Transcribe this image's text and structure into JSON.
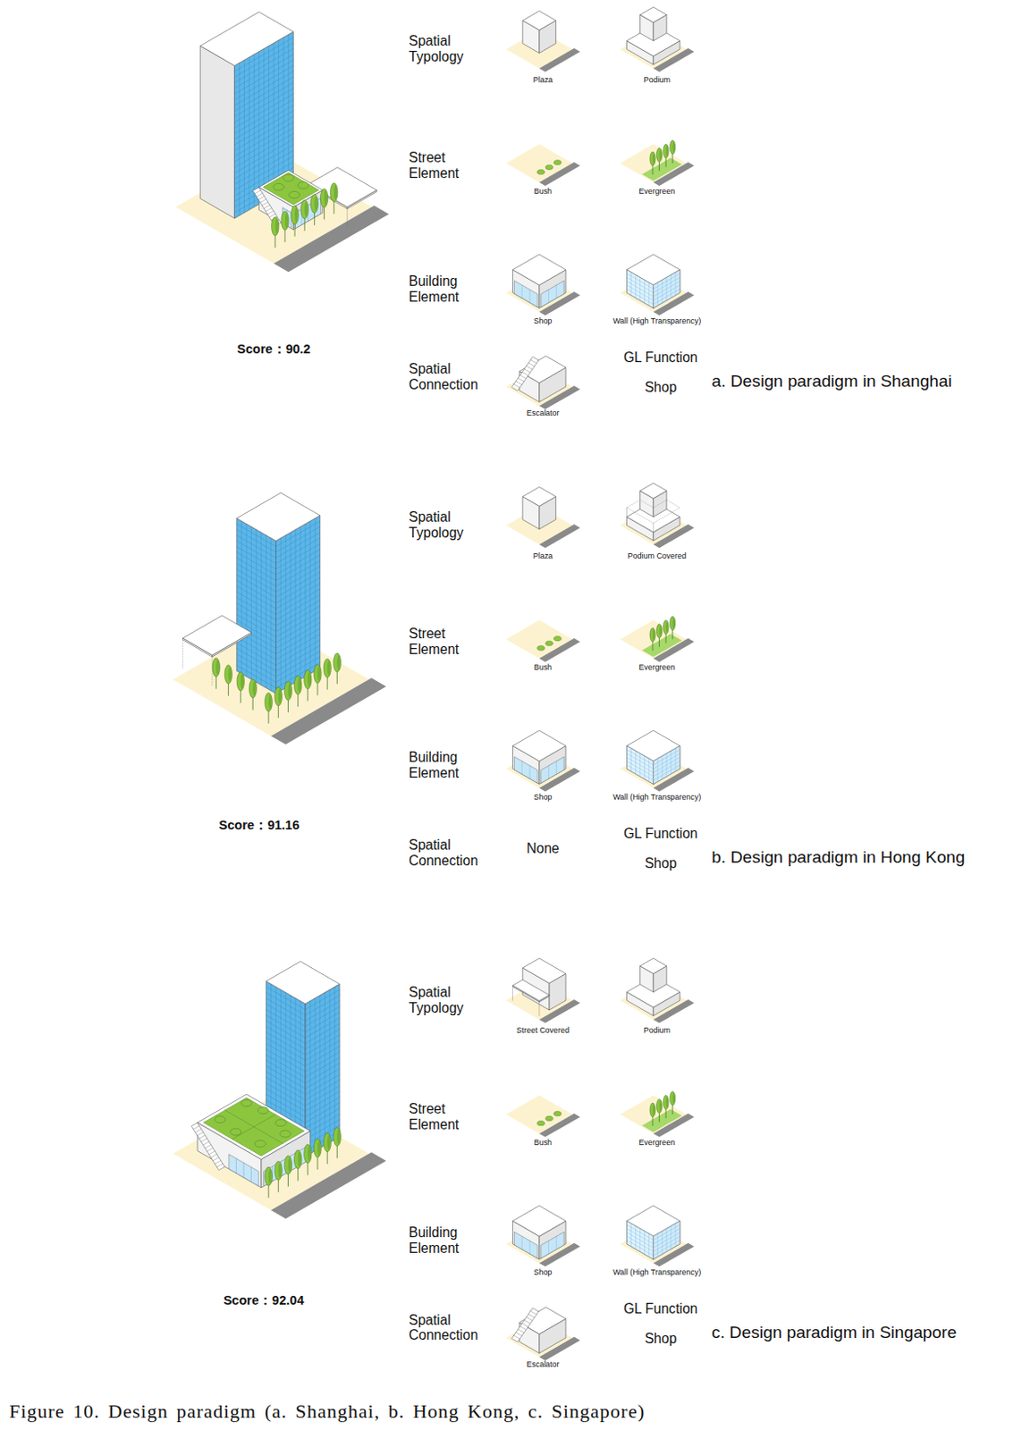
{
  "diagram": {
    "caption": "Figure 10. Design paradigm (a. Shanghai, b. Hong Kong, c. Singapore)",
    "labels": [
      "Spatial Typology",
      "Plaza",
      "Podium",
      "Street Element",
      "Bush",
      "Evergreen",
      "Building Element",
      "Shop",
      "Wall (High Transparency)",
      "Score：90.2",
      "Spatial Connection",
      "Escalator",
      "GL Function",
      "Shop",
      "a. Design paradigm in Shanghai",
      "Spatial Typology",
      "Plaza",
      "Podium Covered",
      "Street Element",
      "Bush",
      "Evergreen",
      "Building Element",
      "Shop",
      "Wall (High Transparency)",
      "Score：91.16",
      "Spatial Connection",
      "None",
      "GL Function",
      "Shop",
      "b. Design paradigm in Hong Kong",
      "Spatial Typology",
      "Street Covered",
      "Podium",
      "Street Element",
      "Bush",
      "Evergreen",
      "Building Element",
      "Shop",
      "Wall (High Transparency)",
      "Score：92.04",
      "Spatial Connection",
      "Escalator",
      "GL Function",
      "Shop",
      "c. Design paradigm in Singapore"
    ]
  }
}
